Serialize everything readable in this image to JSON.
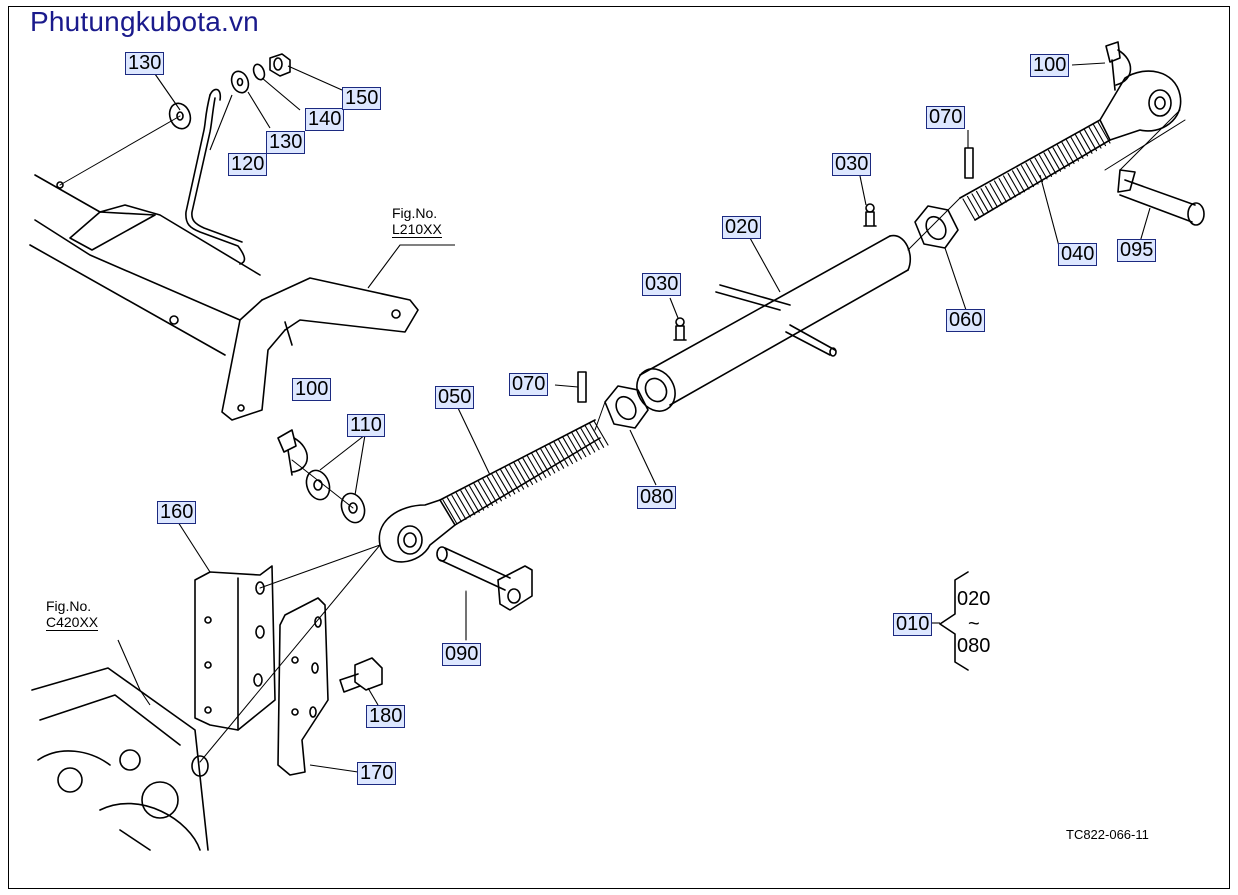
{
  "brand": "Phutungkubota.vn",
  "drawing_code": "TC822-066-11",
  "fig_refs": {
    "upper": {
      "line1": "Fig.No.",
      "line2": "L210XX"
    },
    "lower": {
      "line1": "Fig.No.",
      "line2": "C420XX"
    }
  },
  "callouts": {
    "p130a": "130",
    "p130b": "130",
    "p140": "140",
    "p150": "150",
    "p120": "120",
    "p100a": "100",
    "p100b": "100",
    "p070a": "070",
    "p070b": "070",
    "p030a": "030",
    "p030b": "030",
    "p020": "020",
    "p040": "040",
    "p095": "095",
    "p060": "060",
    "p050": "050",
    "p110": "110",
    "p080": "080",
    "p160": "160",
    "p090": "090",
    "p180": "180",
    "p170": "170",
    "p010": "010"
  },
  "assembly_range": {
    "from": "020",
    "tilde": "~",
    "to": "080"
  }
}
